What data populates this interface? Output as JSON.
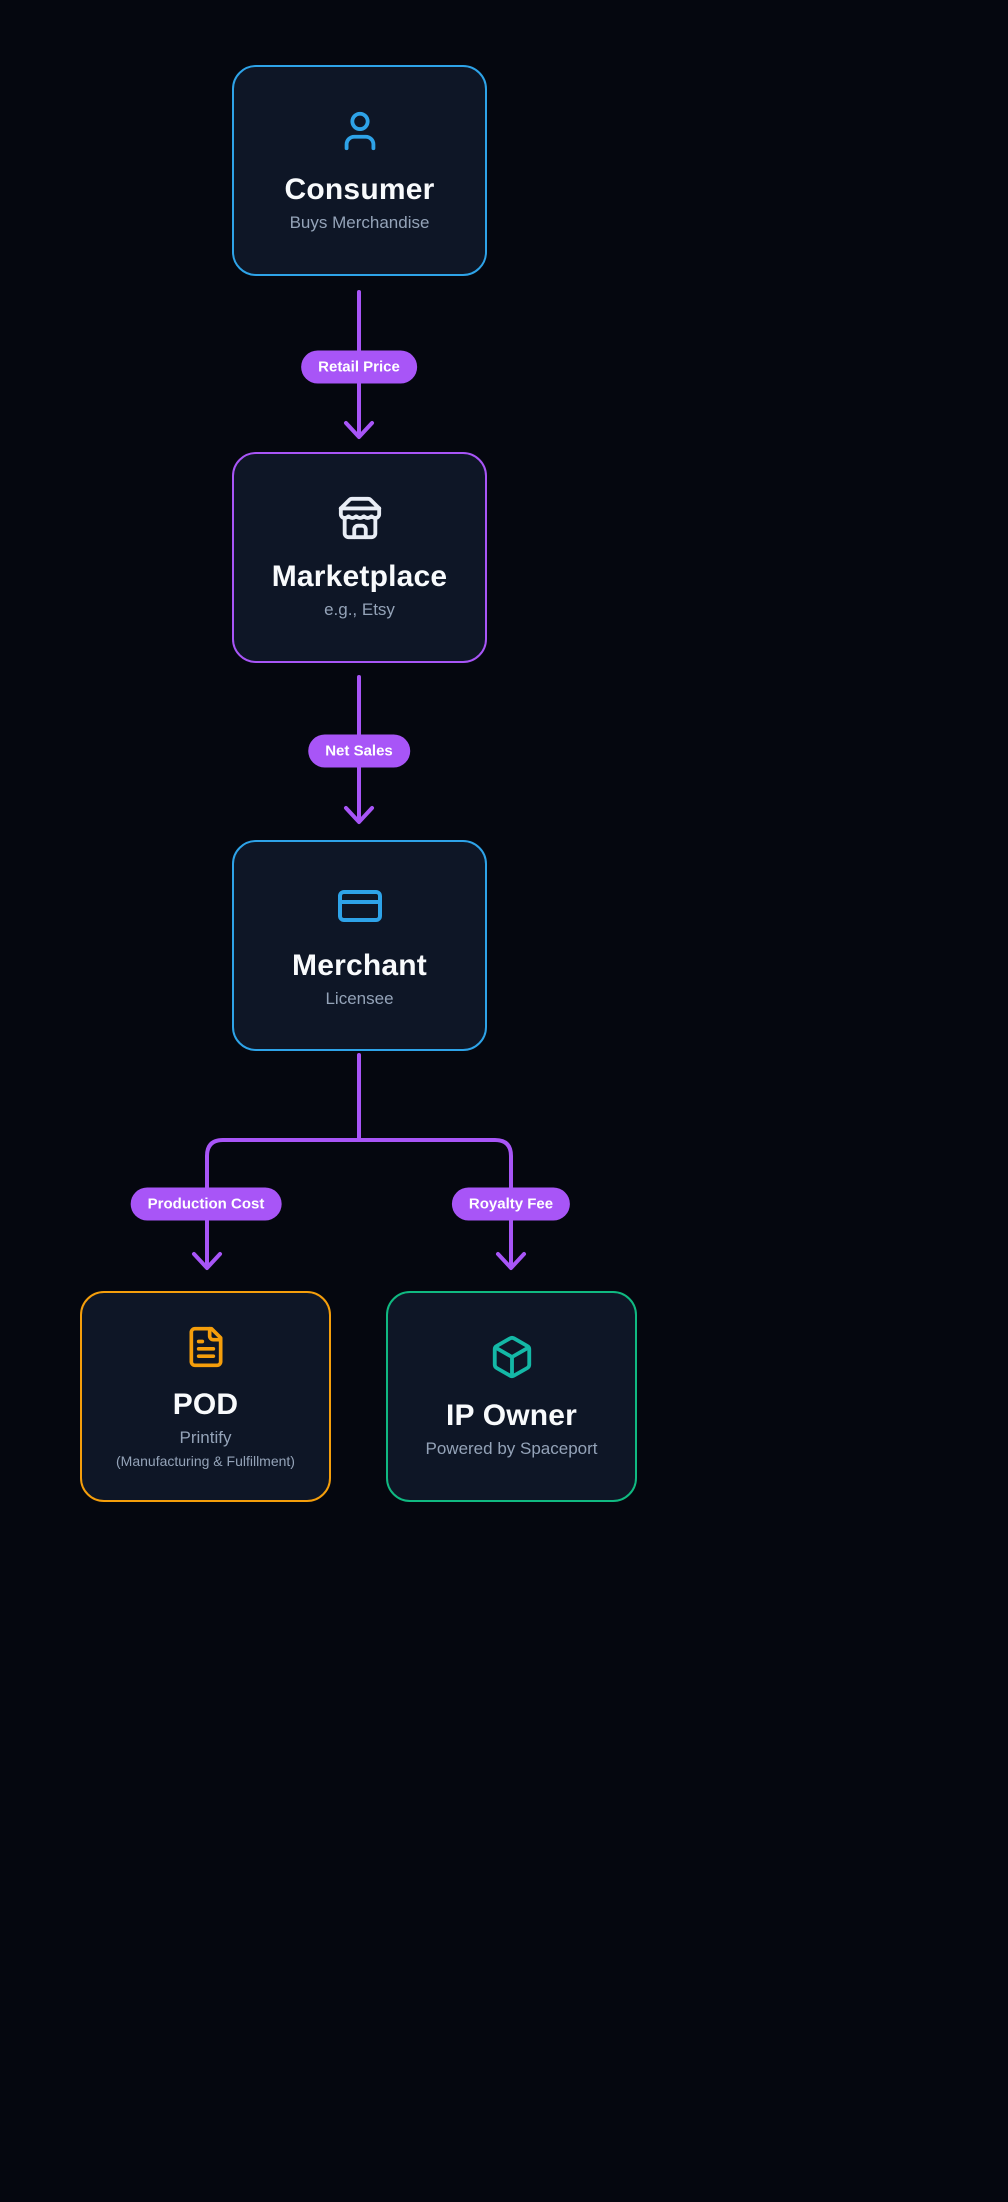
{
  "diagram": {
    "nodes": [
      {
        "id": "consumer",
        "title": "Consumer",
        "subtitle": "Buys Merchandise",
        "icon": "user-icon",
        "accent": "#2ea3e8"
      },
      {
        "id": "marketplace",
        "title": "Marketplace",
        "subtitle": "e.g., Etsy",
        "icon": "storefront-icon",
        "accent": "#a855f7"
      },
      {
        "id": "merchant",
        "title": "Merchant",
        "subtitle": "Licensee",
        "icon": "credit-card-icon",
        "accent": "#2ea3e8"
      },
      {
        "id": "pod",
        "title": "POD",
        "subtitle": "Printify",
        "note": "(Manufacturing & Fulfillment)",
        "icon": "document-icon",
        "accent": "#f59e0b"
      },
      {
        "id": "ip_owner",
        "title": "IP Owner",
        "subtitle": "Powered by Spaceport",
        "icon": "cube-icon",
        "accent": "#10b981"
      }
    ],
    "edges": [
      {
        "from": "consumer",
        "to": "marketplace",
        "label": "Retail Price"
      },
      {
        "from": "marketplace",
        "to": "merchant",
        "label": "Net Sales"
      },
      {
        "from": "merchant",
        "to": "pod",
        "label": "Production Cost"
      },
      {
        "from": "merchant",
        "to": "ip_owner",
        "label": "Royalty Fee"
      }
    ],
    "colors": {
      "background": "#05070f",
      "node_fill": "#0e1626",
      "arrow": "#a855f7",
      "badge_bg": "#a855f7",
      "badge_text": "#ffffff",
      "title_text": "#f8fafc",
      "subtitle_text": "#94a3b8",
      "blue_accent": "#2ea3e8",
      "purple_accent": "#a855f7",
      "orange_accent": "#f59e0b",
      "green_accent": "#10b981"
    }
  }
}
